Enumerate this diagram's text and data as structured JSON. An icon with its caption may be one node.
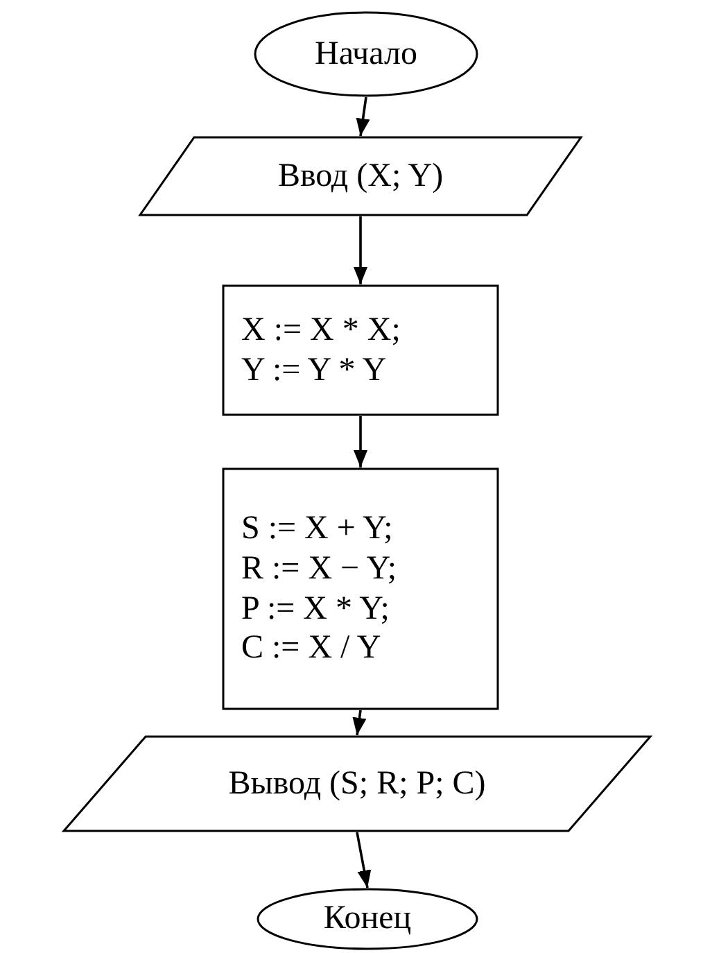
{
  "diagram": {
    "nodes": [
      {
        "text": [
          "Начало"
        ]
      },
      {
        "text": [
          "Ввод (X; Y)"
        ]
      },
      {
        "text": [
          "X := X * X;",
          "Y := Y * Y"
        ]
      },
      {
        "text": [
          "S := X + Y;",
          "R := X − Y;",
          "P := X * Y;",
          "C := X / Y"
        ]
      },
      {
        "text": [
          "Вывод (S; R; P; C)"
        ]
      },
      {
        "text": [
          "Конец"
        ]
      }
    ],
    "edges": [
      {
        "from": 0,
        "to": 1,
        "arrow": "to"
      },
      {
        "from": 1,
        "to": 2,
        "arrow": "to"
      },
      {
        "from": 2,
        "to": 3,
        "arrow": "to"
      },
      {
        "from": 3,
        "to": 4,
        "arrow": "to"
      },
      {
        "from": 4,
        "to": 5,
        "arrow": "to"
      }
    ]
  }
}
